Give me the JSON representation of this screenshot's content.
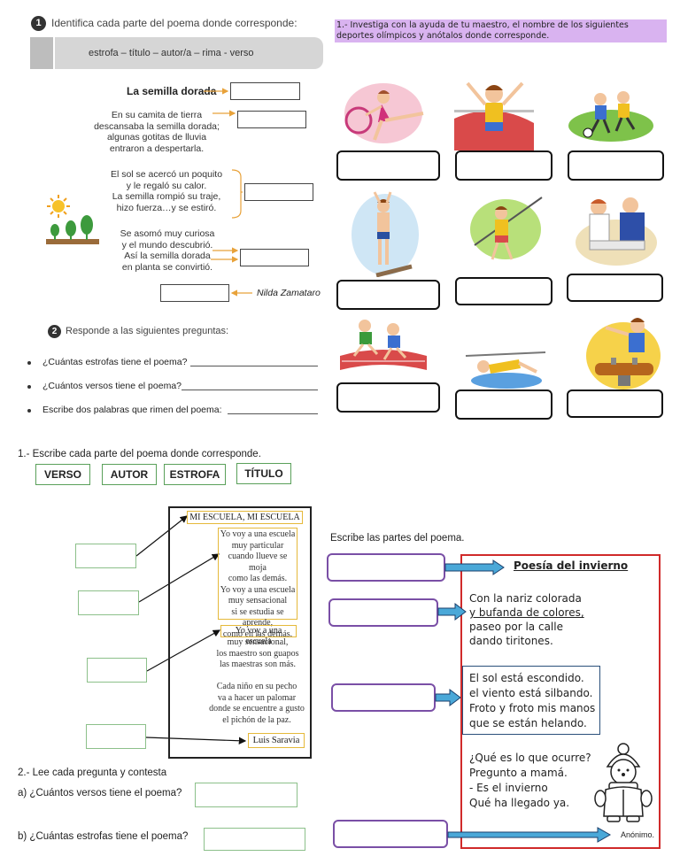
{
  "ws1": {
    "num1": "1",
    "instruction1": "Identifica cada parte del poema donde corresponde:",
    "options": "estrofa – título – autor/a – rima - verso",
    "title": "La semilla dorada",
    "stanza1": [
      "En su camita de tierra",
      "descansaba la semilla dorada;",
      "algunas gotitas de lluvia",
      "entraron a despertarla."
    ],
    "stanza2": [
      "El sol se acercó un poquito",
      "y le regaló su calor.",
      "La semilla rompió su traje,",
      "hizo fuerza…y se estiró."
    ],
    "stanza3": [
      "Se asomó muy curiosa",
      "y el mundo descubrió.",
      "Así la semilla dorada",
      "en planta se convirtió."
    ],
    "author": "Nilda Zamataro",
    "num2": "2",
    "instruction2": "Responde a las siguientes preguntas:",
    "questions": [
      "¿Cuántas estrofas tiene el poema?",
      "¿Cuántos versos tiene el poema?",
      "Escribe dos palabras que rimen del poema:"
    ]
  },
  "ws2": {
    "instruction": "1.- Investiga con la ayuda de tu maestro, el nombre de los siguientes deportes olímpicos y anótalos donde corresponde.",
    "sports": [
      "rhythmic-gymnastics",
      "athletics-finish",
      "football",
      "diving",
      "javelin",
      "judo",
      "running",
      "high-jump",
      "pommel-horse"
    ],
    "accent": "#d9b3f0"
  },
  "ws3": {
    "instruction1": "1.- Escribe cada parte del poema donde corresponde.",
    "labels": [
      "VERSO",
      "AUTOR",
      "ESTROFA",
      "TÍTULO"
    ],
    "poem_title": "MI ESCUELA, MI ESCUELA",
    "stanza1": [
      "Yo voy a una escuela",
      "muy particular",
      "cuando llueve se moja",
      "como las demás.",
      "Yo voy a una escuela",
      "muy sensacional",
      "si se estudia se aprende,",
      "como en las demás."
    ],
    "verse": "Yo voy a una escuela",
    "stanza2_rest": [
      "muy sensacional,",
      "los maestro son guapos",
      "las maestras son más."
    ],
    "stanza3": [
      "Cada niño en su pecho",
      "va a hacer un palomar",
      "donde se encuentre a gusto",
      "el pichón de la paz."
    ],
    "author": "Luis Saravia",
    "instruction2": "2.- Lee cada pregunta y  contesta",
    "q_a": "a) ¿Cuántos versos tiene el poema?",
    "q_b": "b) ¿Cuántas estrofas tiene el poema?"
  },
  "ws4": {
    "instruction": "Escribe las partes del poema.",
    "title": "Poesía del invierno",
    "stanza1": [
      "Con la nariz colorada",
      "y bufanda de colores,",
      "paseo por la calle",
      "dando tiritones."
    ],
    "stanza2": [
      "El sol está escondido.",
      "el viento está silbando.",
      "Froto y froto mis manos",
      "que se están helando."
    ],
    "stanza3": [
      "¿Qué es lo que ocurre?",
      "Pregunto a mamá.",
      "- Es el invierno",
      "Qué ha llegado ya."
    ],
    "author": "Anónimo."
  }
}
